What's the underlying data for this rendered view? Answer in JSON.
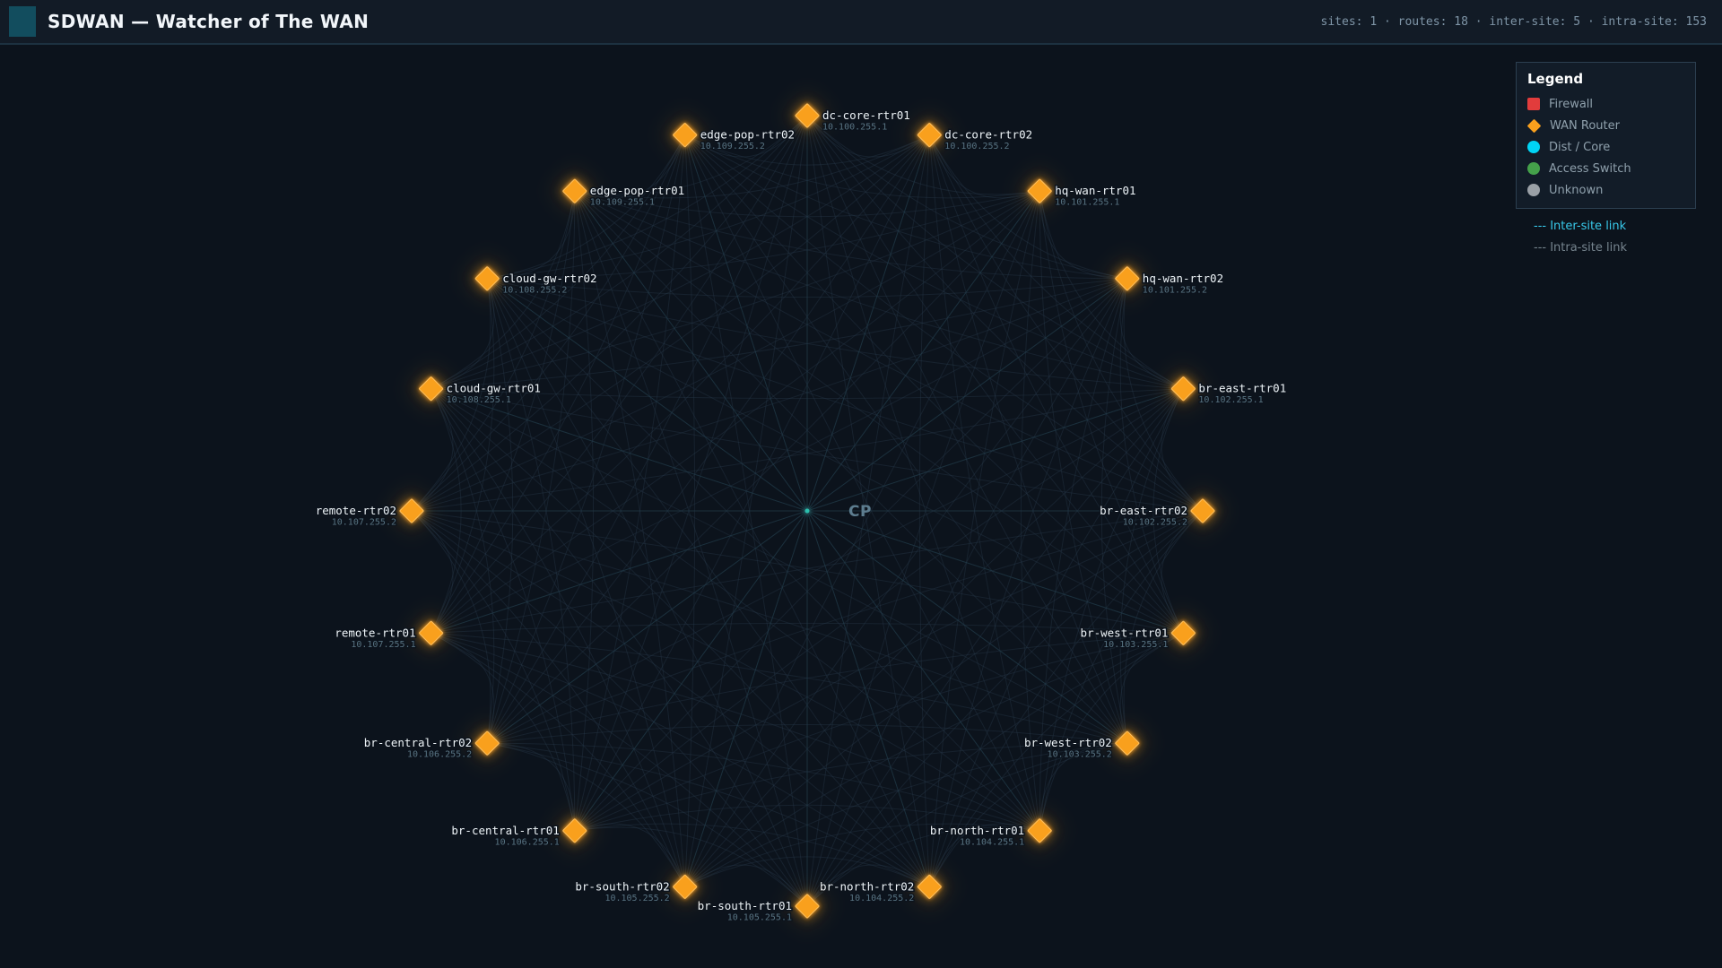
{
  "header": {
    "title": "SDWAN — Watcher of The WAN",
    "stats": [
      {
        "label": "sites",
        "value": "1"
      },
      {
        "label": "routes",
        "value": "18"
      },
      {
        "label": "inter-site",
        "value": "5"
      },
      {
        "label": "intra-site",
        "value": "153"
      }
    ],
    "stats_separator": " · "
  },
  "legend": {
    "title": "Legend",
    "items": [
      {
        "label": "Firewall",
        "shape": "square",
        "color": "#e23c3c",
        "icon": "firewall-marker-icon"
      },
      {
        "label": "WAN Router",
        "shape": "diamond",
        "color": "#f9a01d",
        "icon": "wan-router-marker-icon"
      },
      {
        "label": "Dist / Core",
        "shape": "circle",
        "color": "#00d4f5",
        "icon": "dist-core-marker-icon"
      },
      {
        "label": "Access Switch",
        "shape": "circle",
        "color": "#44a14a",
        "icon": "access-switch-marker-icon"
      },
      {
        "label": "Unknown",
        "shape": "circle",
        "color": "#9aa0a6",
        "icon": "unknown-marker-icon"
      }
    ],
    "link_types": [
      {
        "label": "--- Inter-site link",
        "color": "#38c9ea",
        "name": "inter-site-link-legend"
      },
      {
        "label": "--- Intra-site link",
        "color": "#76848e",
        "name": "intra-site-link-legend"
      }
    ]
  },
  "graph": {
    "center_node": {
      "label": "CP",
      "color": "#2bbfae"
    },
    "node_color": "#f9a01d",
    "node_stroke": "#ffc05e",
    "nodes": [
      {
        "name": "dc-core-rtr01",
        "ip": "10.100.255.1"
      },
      {
        "name": "dc-core-rtr02",
        "ip": "10.100.255.2"
      },
      {
        "name": "hq-wan-rtr01",
        "ip": "10.101.255.1"
      },
      {
        "name": "hq-wan-rtr02",
        "ip": "10.101.255.2"
      },
      {
        "name": "br-east-rtr01",
        "ip": "10.102.255.1"
      },
      {
        "name": "br-east-rtr02",
        "ip": "10.102.255.2"
      },
      {
        "name": "br-west-rtr01",
        "ip": "10.103.255.1"
      },
      {
        "name": "br-west-rtr02",
        "ip": "10.103.255.2"
      },
      {
        "name": "br-north-rtr01",
        "ip": "10.104.255.1"
      },
      {
        "name": "br-north-rtr02",
        "ip": "10.104.255.2"
      },
      {
        "name": "br-south-rtr01",
        "ip": "10.105.255.1"
      },
      {
        "name": "br-south-rtr02",
        "ip": "10.105.255.2"
      },
      {
        "name": "br-central-rtr01",
        "ip": "10.106.255.1"
      },
      {
        "name": "br-central-rtr02",
        "ip": "10.106.255.2"
      },
      {
        "name": "remote-rtr01",
        "ip": "10.107.255.1"
      },
      {
        "name": "remote-rtr02",
        "ip": "10.107.255.2"
      },
      {
        "name": "cloud-gw-rtr01",
        "ip": "10.108.255.1"
      },
      {
        "name": "cloud-gw-rtr02",
        "ip": "10.108.255.2"
      },
      {
        "name": "edge-pop-rtr01",
        "ip": "10.109.255.1"
      },
      {
        "name": "edge-pop-rtr02",
        "ip": "10.109.255.2"
      }
    ]
  }
}
